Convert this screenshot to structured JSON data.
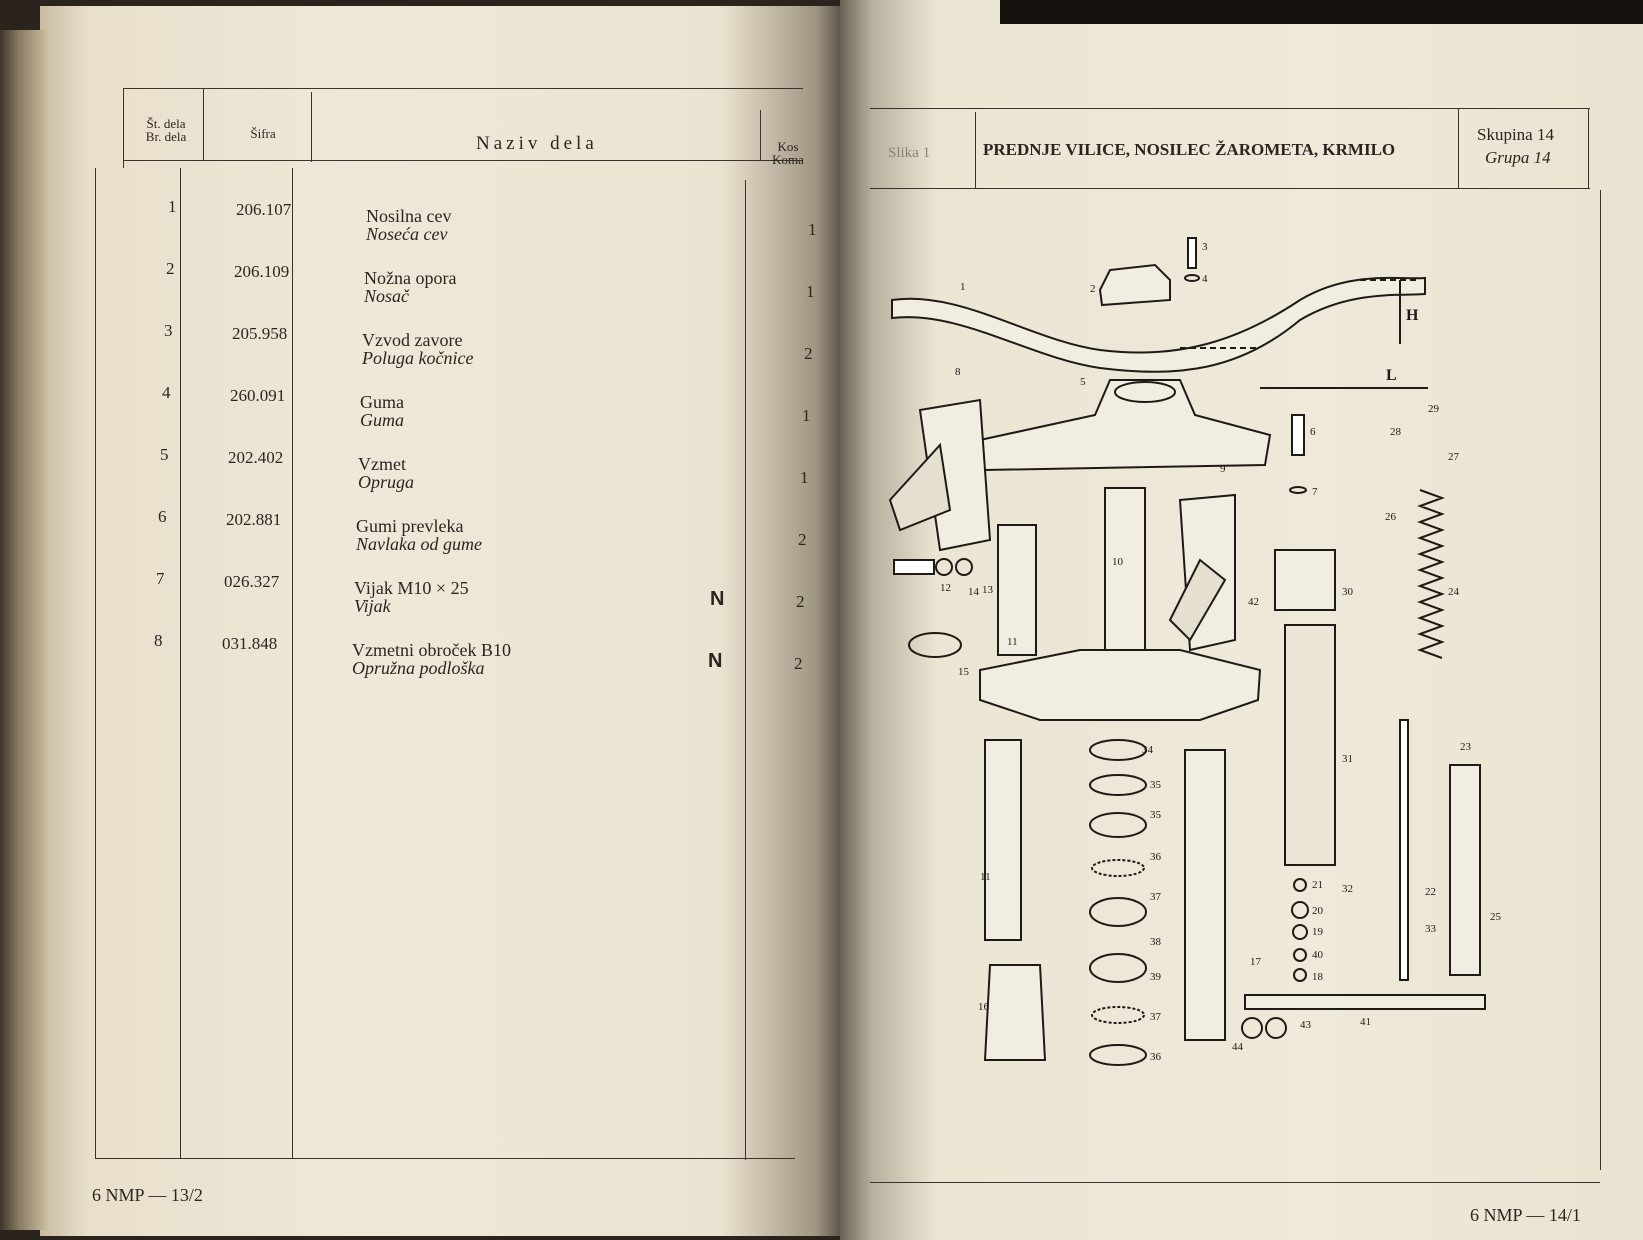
{
  "left": {
    "headers": {
      "num": "Št. dela\nBr. dela",
      "code": "Šifra",
      "name": "Naziv dela",
      "qty": "Kos\nKoma"
    },
    "rows": [
      {
        "num": "1",
        "code": "206.107",
        "name": "Nosilna cev",
        "name_alt": "Noseća cev",
        "flag": "",
        "qty": "1"
      },
      {
        "num": "2",
        "code": "206.109",
        "name": "Nožna opora",
        "name_alt": "Nosač",
        "flag": "",
        "qty": "1"
      },
      {
        "num": "3",
        "code": "205.958",
        "name": "Vzvod zavore",
        "name_alt": "Poluga kočnice",
        "flag": "",
        "qty": "2"
      },
      {
        "num": "4",
        "code": "260.091",
        "name": "Guma",
        "name_alt": "Guma",
        "flag": "",
        "qty": "1"
      },
      {
        "num": "5",
        "code": "202.402",
        "name": "Vzmet",
        "name_alt": "Opruga",
        "flag": "",
        "qty": "1"
      },
      {
        "num": "6",
        "code": "202.881",
        "name": "Gumi prevleka",
        "name_alt": "Navlaka od gume",
        "flag": "",
        "qty": "2"
      },
      {
        "num": "7",
        "code": "026.327",
        "name": "Vijak M10 × 25",
        "name_alt": "Vijak",
        "flag": "N",
        "qty": "2"
      },
      {
        "num": "8",
        "code": "031.848",
        "name": "Vzmetni obroček B10",
        "name_alt": "Opružna podloška",
        "flag": "N",
        "qty": "2"
      }
    ],
    "footer": "6 NMP — 13/2"
  },
  "right": {
    "figure_label": "Slika 1",
    "title": "PREDNJE VILICE, NOSILEC ŽAROMETA, KRMILO",
    "group1": "Skupina 14",
    "group2": "Grupa 14",
    "footer": "6 NMP — 14/1",
    "diagram_labels": {
      "n1": "1",
      "n2": "2",
      "n3": "3",
      "n4": "4",
      "n5": "5",
      "n6": "6",
      "n7": "7",
      "n8": "8",
      "n9": "9",
      "n10": "10",
      "n11a": "11",
      "n11b": "11",
      "n12": "12",
      "n13": "13",
      "n14": "14",
      "n15": "15",
      "n16": "16",
      "n17": "17",
      "n18": "18",
      "n19": "19",
      "n20": "20",
      "n21": "21",
      "n22": "22",
      "n23": "23",
      "n24": "24",
      "n25": "25",
      "n26": "26",
      "n27": "27",
      "n28": "28",
      "n29": "29",
      "n30": "30",
      "n31": "31",
      "n32": "32",
      "n33": "33",
      "n34": "34",
      "n35a": "35",
      "n35b": "35",
      "n36a": "36",
      "n36b": "36",
      "n37a": "37",
      "n37b": "37",
      "n38": "38",
      "n39": "39",
      "n40": "40",
      "n41": "41",
      "n42": "42",
      "n43": "43",
      "n44": "44",
      "H": "H",
      "L": "L"
    }
  }
}
